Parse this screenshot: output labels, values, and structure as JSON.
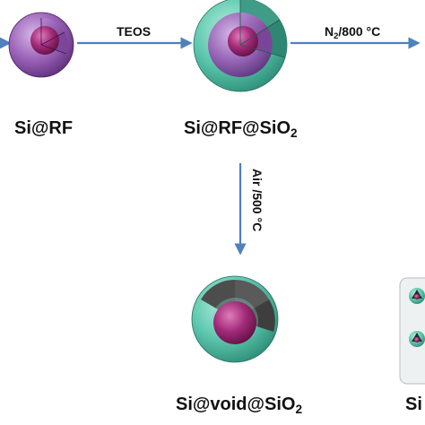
{
  "stages": {
    "si_rf": {
      "label": "Si@RF"
    },
    "si_rf_sio2": {
      "label_main": "Si@RF@SiO",
      "label_sub": "2"
    },
    "si_void_sio2": {
      "label_main": "Si@void@SiO",
      "label_sub": "2"
    },
    "cropped_right": {
      "label": "Si"
    }
  },
  "arrows": {
    "teos": {
      "label": "TEOS"
    },
    "n2": {
      "label_pre": "N",
      "label_sub": "2",
      "label_post": "/800 °C"
    },
    "air": {
      "label": "Air /500 °C"
    }
  },
  "colors": {
    "arrow": "#4f81bd",
    "silica_shell": "#5ec8ae",
    "rf_shell": "#9b62b8",
    "si_core": "#8c1c66",
    "void_wedge": "#5a5a5a",
    "label_text": "#111111"
  }
}
